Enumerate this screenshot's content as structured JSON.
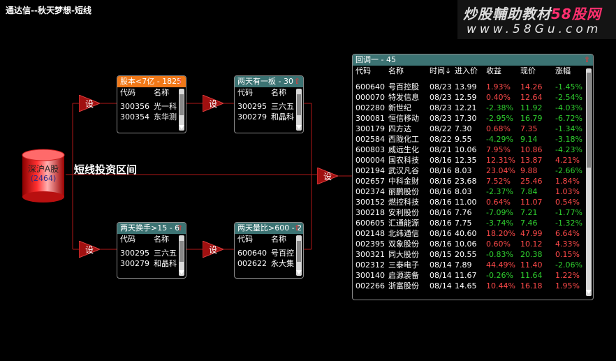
{
  "app": {
    "title": "通达信--秋天梦想-短线"
  },
  "watermark": {
    "line1_a": "炒股輔助教材",
    "line1_b": "58股网",
    "line2": "www.58Gu.com"
  },
  "source": {
    "label": "深沪A股",
    "count": "(2464)"
  },
  "section_label": "短线投资区间",
  "node_label": "设",
  "filters": [
    {
      "title": "股本<7亿 - 1825",
      "header_color": "#f07818",
      "cols": [
        "代码",
        "名称"
      ],
      "rows": [
        [
          "300356",
          "光一科"
        ],
        [
          "300354",
          "东华测"
        ]
      ]
    },
    {
      "title": "两天有一板 - 30",
      "header_color": "#3c7373",
      "cols": [
        "代码",
        "名称"
      ],
      "rows": [
        [
          "300295",
          "三六五"
        ],
        [
          "300279",
          "和晶科"
        ]
      ]
    },
    {
      "title": "两天换手>15 - 6",
      "header_color": "#3c7373",
      "cols": [
        "代码",
        "名称"
      ],
      "rows": [
        [
          "300295",
          "三六五"
        ],
        [
          "300279",
          "和晶科"
        ]
      ]
    },
    {
      "title": "两天量比>600 - 2",
      "header_color": "#3c7373",
      "cols": [
        "代码",
        "名称"
      ],
      "rows": [
        [
          "600640",
          "号百控"
        ],
        [
          "002622",
          "永大集"
        ]
      ]
    }
  ],
  "result": {
    "title": "回调一 - 45",
    "cols": [
      "代码",
      "名称",
      "时间↓",
      "进入价",
      "收益",
      "现价",
      "涨幅"
    ],
    "rows": [
      [
        "600640",
        "号百控股",
        "08/23",
        "13.99",
        "1.93%",
        "14.26",
        "-1.45%"
      ],
      [
        "000070",
        "特发信息",
        "08/23",
        "12.59",
        "0.40%",
        "12.64",
        "-2.54%"
      ],
      [
        "002280",
        "新世纪",
        "08/23",
        "12.21",
        "-2.38%",
        "11.92",
        "-4.03%"
      ],
      [
        "300081",
        "恒信移动",
        "08/23",
        "17.30",
        "-2.95%",
        "16.79",
        "-6.72%"
      ],
      [
        "300179",
        "四方达",
        "08/22",
        "7.30",
        "0.68%",
        "7.35",
        "-1.34%"
      ],
      [
        "002584",
        "西陇化工",
        "08/22",
        "9.55",
        "-4.29%",
        "9.14",
        "-3.18%"
      ],
      [
        "600803",
        "威远生化",
        "08/21",
        "10.06",
        "7.95%",
        "10.86",
        "-4.23%"
      ],
      [
        "000004",
        "国农科技",
        "08/16",
        "12.35",
        "12.31%",
        "13.87",
        "4.21%"
      ],
      [
        "002194",
        "武汉凡谷",
        "08/16",
        "8.03",
        "23.04%",
        "9.88",
        "-2.66%"
      ],
      [
        "002657",
        "中科金财",
        "08/16",
        "23.68",
        "7.52%",
        "25.46",
        "1.84%"
      ],
      [
        "002374",
        "丽鹏股份",
        "08/16",
        "8.03",
        "-2.37%",
        "7.84",
        "1.03%"
      ],
      [
        "300152",
        "燃控科技",
        "08/16",
        "11.00",
        "0.64%",
        "11.07",
        "0.54%"
      ],
      [
        "300218",
        "安利股份",
        "08/16",
        "7.76",
        "-7.09%",
        "7.21",
        "-1.77%"
      ],
      [
        "600605",
        "汇通能源",
        "08/16",
        "7.75",
        "-3.74%",
        "7.46",
        "-1.32%"
      ],
      [
        "002148",
        "北纬通信",
        "08/16",
        "40.60",
        "18.20%",
        "47.99",
        "6.64%"
      ],
      [
        "002395",
        "双象股份",
        "08/16",
        "10.06",
        "0.60%",
        "10.12",
        "4.33%"
      ],
      [
        "300321",
        "同大股份",
        "08/15",
        "20.55",
        "-0.83%",
        "20.38",
        "0.15%"
      ],
      [
        "002312",
        "三泰电子",
        "08/14",
        "7.89",
        "44.49%",
        "11.40",
        "-2.06%"
      ],
      [
        "300140",
        "启源装备",
        "08/14",
        "11.67",
        "-0.26%",
        "11.64",
        "1.22%"
      ],
      [
        "002266",
        "浙富股份",
        "08/14",
        "14.65",
        "10.44%",
        "16.18",
        "1.95%"
      ]
    ]
  },
  "colors": {
    "up": "#ff4a4a",
    "down": "#2fd02f",
    "line": "#b01818",
    "node": "#a01010"
  },
  "icons": {
    "sort_up": "up-arrow-icon",
    "scroll_down": "down-triangle-icon"
  }
}
